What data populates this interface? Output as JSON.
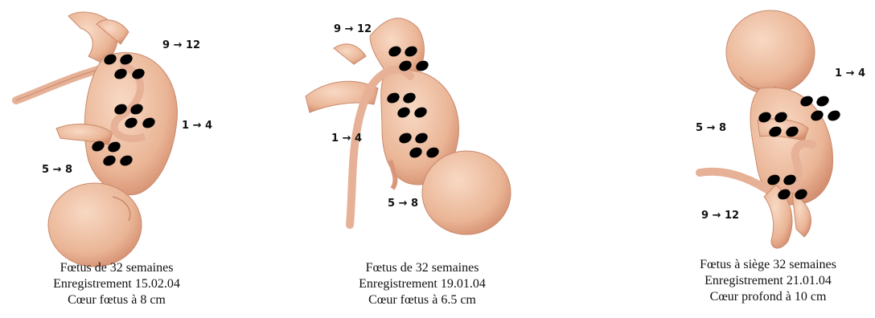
{
  "panels": [
    {
      "labels": [
        "9 → 12",
        "1 → 4",
        "5 → 8"
      ],
      "caption": [
        "Fœtus de 32 semaines",
        "Enregistrement 15.02.04",
        "Cœur fœtus à 8 cm"
      ]
    },
    {
      "labels": [
        "9 → 12",
        "1 → 4",
        "5 → 8"
      ],
      "caption": [
        "Fœtus de 32 semaines",
        "Enregistrement 19.01.04",
        "Cœur fœtus à 6.5 cm"
      ]
    },
    {
      "labels": [
        "1 → 4",
        "5 → 8",
        "9 → 12"
      ],
      "caption": [
        "Fœtus à siège 32 semaines",
        "Enregistrement 21.01.04",
        "Cœur profond à 10 cm"
      ]
    }
  ],
  "colors": {
    "skin": "#f0c4a8",
    "skin_shade": "#d9977a",
    "cord": "#e8b59c",
    "sensor": "#000000"
  }
}
